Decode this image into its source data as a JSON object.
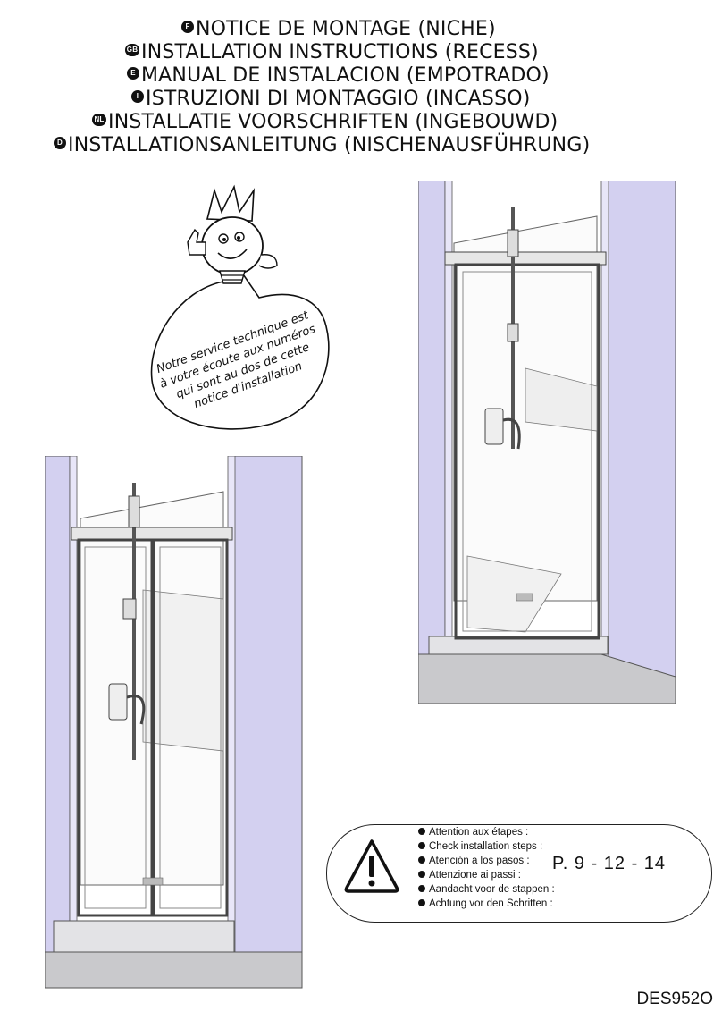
{
  "titles": [
    {
      "lang": "F",
      "text": "NOTICE DE MONTAGE (NICHE)"
    },
    {
      "lang": "GB",
      "text": "INSTALLATION INSTRUCTIONS (RECESS)"
    },
    {
      "lang": "E",
      "text": "MANUAL DE INSTALACION (EMPOTRADO)"
    },
    {
      "lang": "I",
      "text": "ISTRUZIONI DI MONTAGGIO (INCASSO)"
    },
    {
      "lang": "NL",
      "text": "INSTALLATIE VOORSCHRIFTEN (INGEBOUWD)"
    },
    {
      "lang": "D",
      "text": "INSTALLATIONSANLEITUNG (NISCHENAUSFÜHRUNG)"
    }
  ],
  "service_bubble": {
    "lines": [
      "Notre service technique est",
      "à votre écoute aux numéros",
      "qui sont au dos de cette",
      "notice d'installation"
    ]
  },
  "warning": {
    "icon": "warning-triangle-icon",
    "steps": [
      {
        "lang": "F",
        "text": "Attention aux étapes :"
      },
      {
        "lang": "GB",
        "text": "Check installation steps :"
      },
      {
        "lang": "E",
        "text": "Atención a los pasos :"
      },
      {
        "lang": "I",
        "text": "Attenzione ai passi :"
      },
      {
        "lang": "NL",
        "text": "Aandacht voor de stappen :"
      },
      {
        "lang": "D",
        "text": "Achtung vor den Schritten :"
      }
    ],
    "pages": "P.  9 - 12 - 14"
  },
  "doc_code": "DES952O",
  "colors": {
    "wall": "#d3d0f0",
    "frame": "#9a9a9a",
    "floor": "#c9c9cc"
  }
}
